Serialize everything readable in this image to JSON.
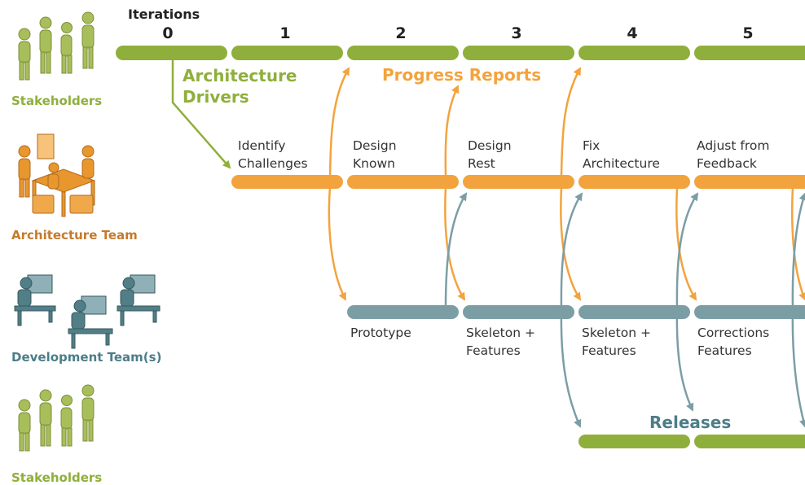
{
  "colors": {
    "green": "#8faf3c",
    "orange": "#f3a33d",
    "teal": "#7b9ea5",
    "dark_orange": "#c47a2c",
    "dark_teal": "#4c7d88",
    "stakeholder_figure": "#a8be5a",
    "architecture_figure": "#e8962e",
    "developer_figure": "#527e87"
  },
  "iterations": {
    "label": "Iterations",
    "numbers": [
      "0",
      "1",
      "2",
      "3",
      "4",
      "5"
    ]
  },
  "roles": {
    "stakeholders_top": "Stakeholders",
    "architecture_team": "Architecture Team",
    "development_team": "Development Team(s)",
    "stakeholders_bottom": "Stakeholders"
  },
  "flows": {
    "architecture_drivers": "Architecture\nDrivers",
    "progress_reports": "Progress Reports",
    "releases": "Releases"
  },
  "architecture_tasks": [
    "Identify\nChallenges",
    "Design\nKnown",
    "Design\nRest",
    "Fix\nArchitecture",
    "Adjust from\nFeedback"
  ],
  "development_tasks": [
    "Prototype",
    "Skeleton +\nFeatures",
    "Skeleton +\nFeatures",
    "Corrections\nFeatures"
  ]
}
